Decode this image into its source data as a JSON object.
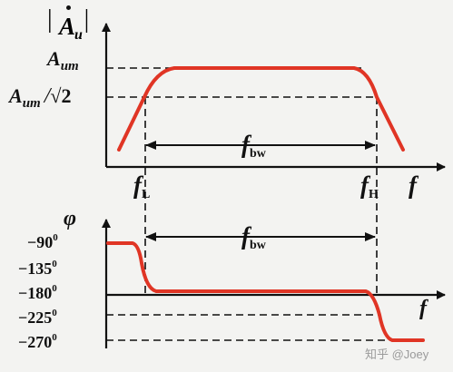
{
  "magnitude_panel": {
    "ylabel_symbol": "A",
    "ylabel_subscript": "u",
    "level_upper_symbol": "A",
    "level_upper_subscript": "um",
    "level_lower_symbol": "A",
    "level_lower_subscript": "um",
    "level_lower_divider": "/",
    "level_lower_root": "√2",
    "bandwidth_symbol": "f",
    "bandwidth_subscript": "bw"
  },
  "frequency_markers": {
    "low_symbol": "f",
    "low_subscript": "L",
    "high_symbol": "f",
    "high_subscript": "H",
    "axis_symbol": "f"
  },
  "phase_panel": {
    "ylabel": "φ",
    "ticks": [
      {
        "value": "−90",
        "deg": "0"
      },
      {
        "value": "−135",
        "deg": "0"
      },
      {
        "value": "−180",
        "deg": "0"
      },
      {
        "value": "−225",
        "deg": "0"
      },
      {
        "value": "−270",
        "deg": "0"
      }
    ],
    "bandwidth_symbol": "f",
    "bandwidth_subscript": "bw",
    "axis_symbol": "f"
  },
  "watermark": "知乎 @Joey",
  "colors": {
    "curve": "#e03525",
    "axis": "#111111",
    "background": "#f3f3f1"
  }
}
